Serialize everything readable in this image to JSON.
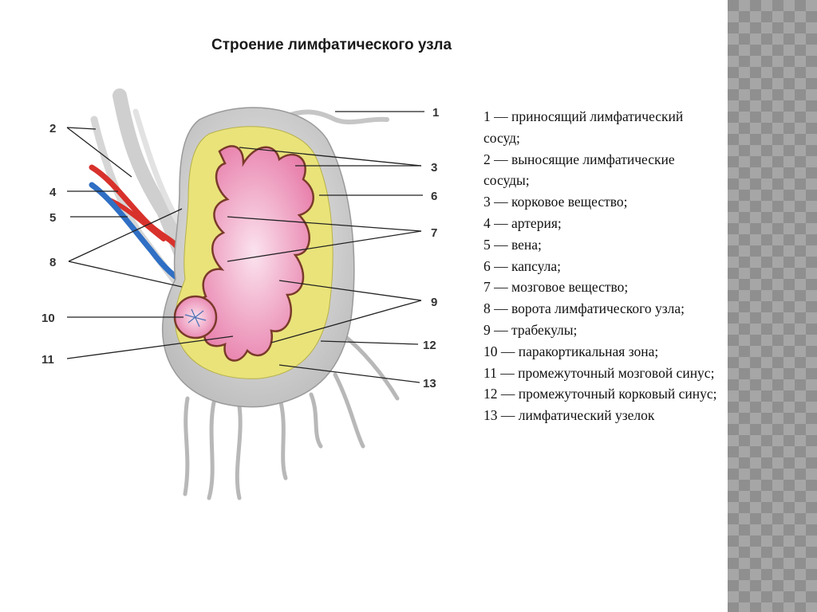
{
  "title": "Строение лимфатического узла",
  "callout_labels": [
    "1",
    "2",
    "3",
    "4",
    "5",
    "6",
    "7",
    "8",
    "9",
    "10",
    "11",
    "12",
    "13"
  ],
  "legend": [
    "1 — приносящий лимфатический сосуд;",
    "2 — выносящие лимфатические сосуды;",
    "3 — корковое вещество;",
    "4 — артерия;",
    "5 — вена;",
    "6 — капсула;",
    "7 — мозговое вещество;",
    "8 — ворота лимфатического узла;",
    "9 — трабекулы;",
    "10 — паракортикальная зона;",
    "11 — промежуточный мозговой синус;",
    "12 — промежуточный корковый синус;",
    "13 — лимфатический узелок"
  ],
  "colors": {
    "capsule": "#d9d9d9",
    "cortex": "#e9e37a",
    "medulla": "#ee8fb8",
    "artery": "#d8312c",
    "vein": "#2f6fc4",
    "lymph_vessel": "#e6e6e6",
    "background_strip": "#8f8f8f"
  }
}
